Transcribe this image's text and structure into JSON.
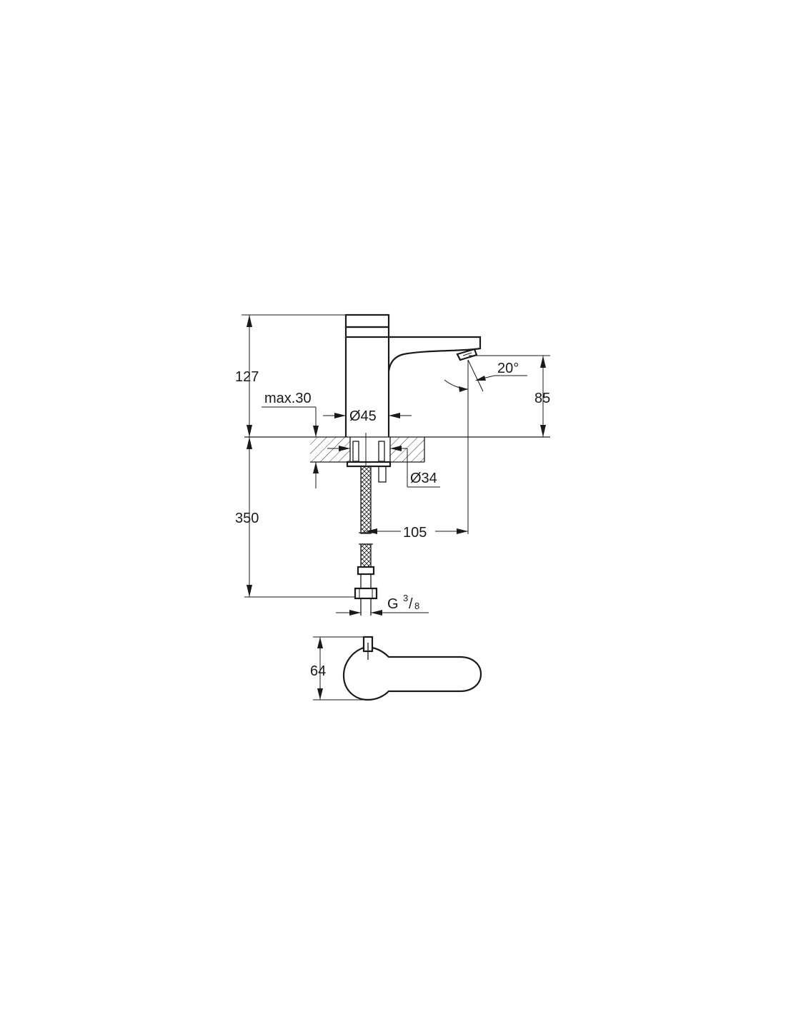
{
  "diagram": {
    "dimensions": {
      "height_total": "127",
      "max_thickness": "max.30",
      "body_diameter": "Ø45",
      "spout_height": "85",
      "spout_angle": "20°",
      "hole_diameter": "Ø34",
      "hose_length": "350",
      "projection": "105",
      "thread_base": "G",
      "thread_num": "3",
      "thread_den": "8",
      "top_view_width": "64"
    },
    "colors": {
      "line": "#1a1a1a",
      "background": "#ffffff"
    }
  }
}
